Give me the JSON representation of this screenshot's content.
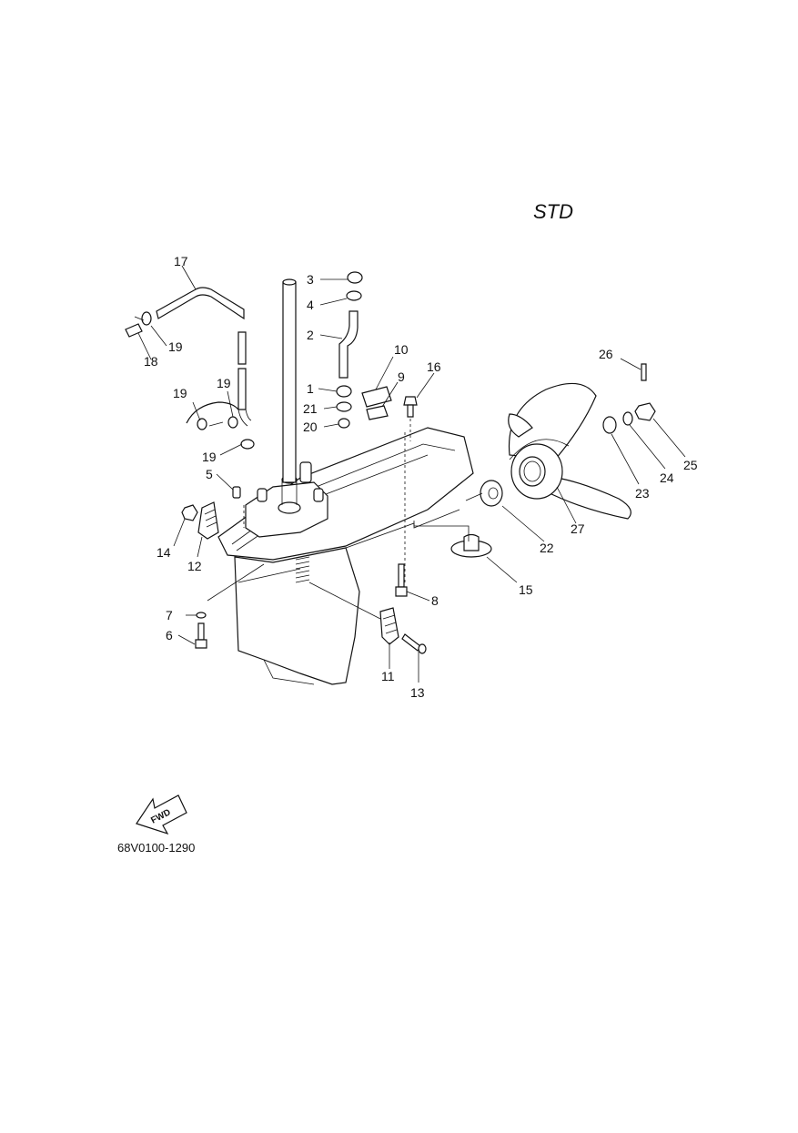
{
  "variant_label": "STD",
  "diagram_code": "68V0100-1290",
  "fwd_label": "FWD",
  "callouts": {
    "p1": "1",
    "p2": "2",
    "p3": "3",
    "p4": "4",
    "p5": "5",
    "p6": "6",
    "p7": "7",
    "p8": "8",
    "p9": "9",
    "p10": "10",
    "p11": "11",
    "p12": "12",
    "p13": "13",
    "p14": "14",
    "p15": "15",
    "p16": "16",
    "p17": "17",
    "p18": "18",
    "p19a": "19",
    "p19b": "19",
    "p19c": "19",
    "p19d": "19",
    "p20": "20",
    "p21": "21",
    "p22": "22",
    "p23": "23",
    "p24": "24",
    "p25": "25",
    "p26": "26",
    "p27": "27"
  }
}
